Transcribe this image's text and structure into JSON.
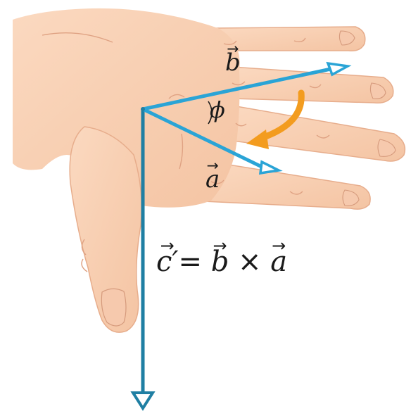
{
  "labels": {
    "b": "b",
    "a": "a",
    "phi": "ϕ",
    "c_prime": "c′",
    "equals": "=",
    "cross": "×",
    "rhs_b": "b",
    "rhs_a": "a"
  },
  "colors": {
    "skin": "#f9d3b7",
    "skin_shadow": "#ebb695",
    "skin_line": "#d59a7c",
    "vector_blue": "#2aa4d6",
    "vector_c": "#1f7fa3",
    "curl_orange": "#f39c1f"
  },
  "icons": {
    "vector_arrow": "→"
  }
}
